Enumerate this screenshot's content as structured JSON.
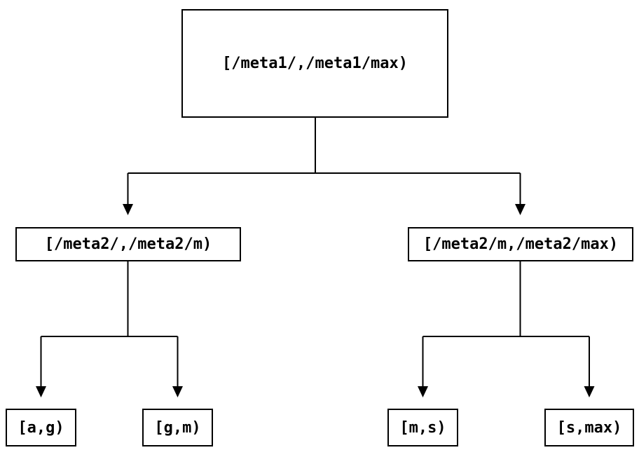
{
  "diagram": {
    "type": "tree",
    "background_color": "#ffffff",
    "line_color": "#000000",
    "text_color": "#000000",
    "nodes": {
      "root": {
        "label": "[/meta1/,/meta1/max)"
      },
      "left_child": {
        "label": "[/meta2/,/meta2/m)"
      },
      "right_child": {
        "label": "[/meta2/m,/meta2/max)"
      },
      "leaf_1": {
        "label": "[a,g)"
      },
      "leaf_2": {
        "label": "[g,m)"
      },
      "leaf_3": {
        "label": "[m,s)"
      },
      "leaf_4": {
        "label": "[s,max)"
      }
    },
    "edges": [
      {
        "from": "root",
        "to": "left_child"
      },
      {
        "from": "root",
        "to": "right_child"
      },
      {
        "from": "left_child",
        "to": "leaf_1"
      },
      {
        "from": "left_child",
        "to": "leaf_2"
      },
      {
        "from": "right_child",
        "to": "leaf_3"
      },
      {
        "from": "right_child",
        "to": "leaf_4"
      }
    ]
  }
}
